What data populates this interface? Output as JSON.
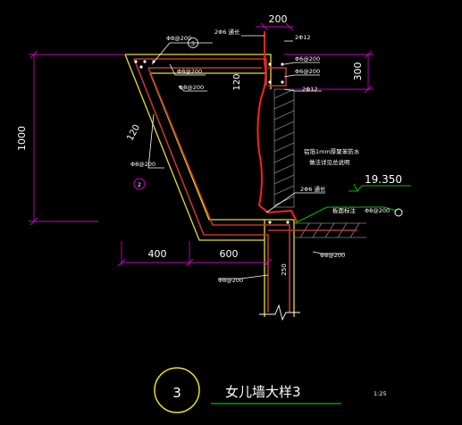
{
  "colors": {
    "background": "#000000",
    "outline": "#e7e022",
    "rebar": "#c0392b",
    "waterproof": "#ff2020",
    "dimension": "#c800c8",
    "leader": "#00c000",
    "hatch": "#808080",
    "text": "#ffffff"
  },
  "dimensions": {
    "top_width": "200",
    "right_height": "300",
    "left_height": "1000",
    "bottom_left": "400",
    "bottom_right": "600",
    "slab_thickness": "120",
    "slope_thickness": "120",
    "wall_thickness": "250"
  },
  "labels": {
    "rebar_top": "Φ8@200",
    "rebar_top_2": "Φ8@200",
    "rebar_top_3": "Φ8@200",
    "rebar_left": "Φ8@200",
    "bars_top": "2Φ6 通长",
    "bar_d12_top": "2Φ12",
    "stirrup_right_1": "Φ6@200",
    "stirrup_right_2": "Φ6@200",
    "bar_d12_lower": "2Φ12",
    "bars_lower": "2Φ6 通长",
    "waterproof_note_1": "铝箔1mm厚聚苯防水",
    "waterproof_note_2": "做法详见总说明",
    "elevation": "19.350",
    "slab_label": "板面标注",
    "slab_rebar": "Φ8@200",
    "rebar_bottom": "Φ8@200",
    "rebar_wall": "Φ8@200",
    "marker_3": "3",
    "marker_2": "2"
  },
  "title": {
    "number": "3",
    "text": "女儿墙大样3",
    "scale": "1:25"
  }
}
